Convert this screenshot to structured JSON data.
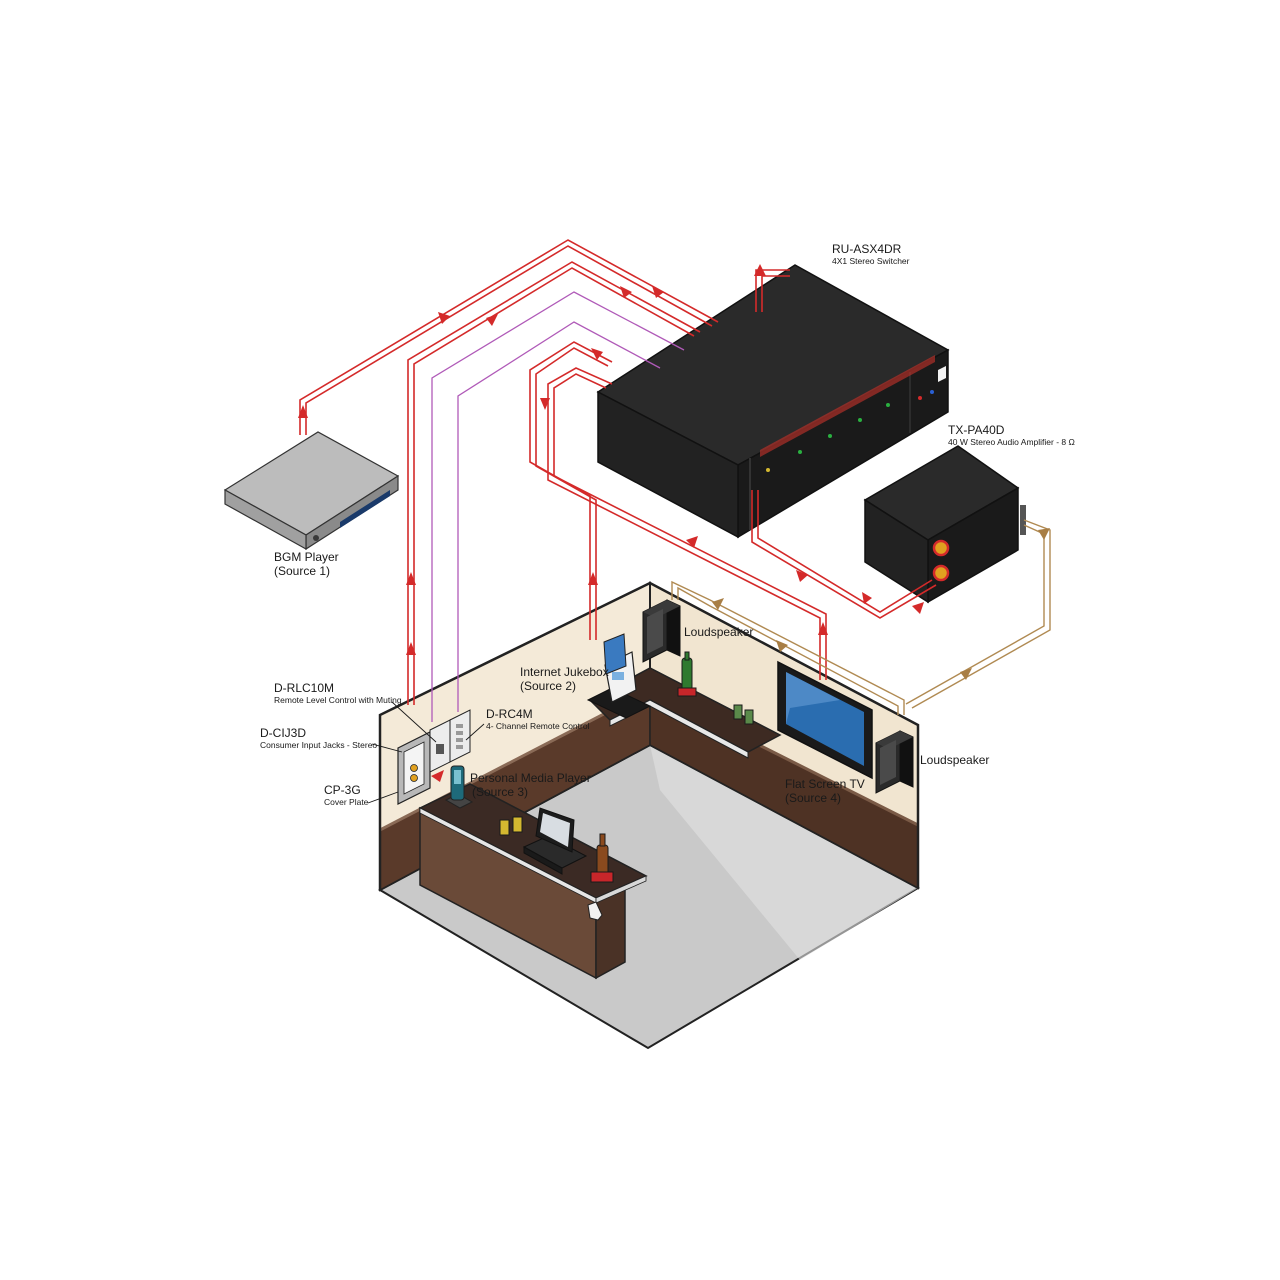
{
  "labels": {
    "switcher": {
      "model": "RU-ASX4DR",
      "desc": "4X1 Stereo Switcher"
    },
    "amplifier": {
      "model": "TX-PA40D",
      "desc": "40 W Stereo Audio Amplifier - 8 Ω"
    },
    "bgm": {
      "line1": "BGM Player",
      "line2": "(Source 1)"
    },
    "jukebox": {
      "line1": "Internet Jukebox",
      "line2": "(Source 2)"
    },
    "media_player": {
      "line1": "Personal Media Player",
      "line2": "(Source 3)"
    },
    "tv": {
      "line1": "Flat Screen TV",
      "line2": "(Source 4)"
    },
    "speaker_left": "Loudspeaker",
    "speaker_right": "Loudspeaker",
    "rlc": {
      "model": "D-RLC10M",
      "desc": "Remote Level Control with Muting"
    },
    "rc4m": {
      "model": "D-RC4M",
      "desc": "4- Channel Remote Control"
    },
    "cij": {
      "model": "D-CIJ3D",
      "desc": "Consumer Input Jacks - Stereo"
    },
    "cp": {
      "model": "CP-3G",
      "desc": "Cover Plate"
    }
  },
  "colors": {
    "audio_cable": "#d42a2a",
    "control_cable": "#b05ab8",
    "speaker_cable": "#b08a52",
    "equipment": "#1c1c1c",
    "wall": "#f4ead8",
    "wainscot": "#5a3a2a",
    "floor": "#cfcfcf"
  }
}
